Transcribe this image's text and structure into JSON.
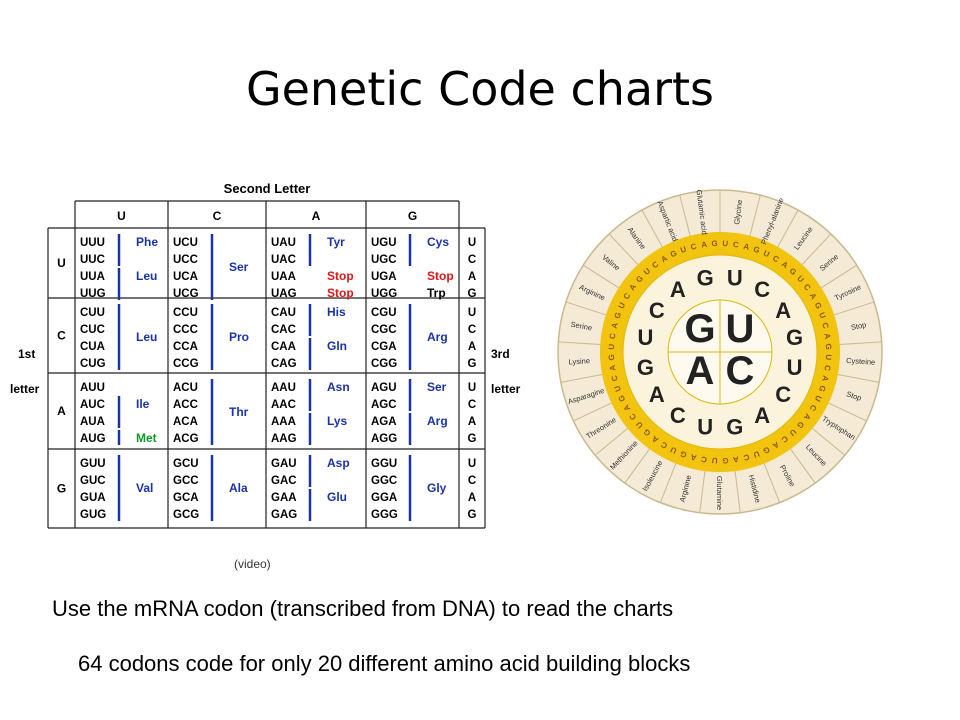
{
  "slide": {
    "title": "Genetic Code charts",
    "video_caption": "(video)",
    "bullet1": "Use the mRNA codon (transcribed from DNA) to read the charts",
    "bullet2": "64 codons code for only 20 different amino acid building blocks"
  },
  "codon_table": {
    "header_second": "Second Letter",
    "first_letter_label_1": "1st",
    "first_letter_label_2": "letter",
    "third_letter_label_1": "3rd",
    "third_letter_label_2": "letter",
    "bases": [
      "U",
      "C",
      "A",
      "G"
    ],
    "rows": [
      {
        "first": "U",
        "cells": [
          {
            "codons": [
              "UUU",
              "UUC",
              "UUA",
              "UUG"
            ],
            "aa": [
              {
                "text": "Phe",
                "line": 0,
                "color": "blue"
              },
              {
                "text": "Leu",
                "line": 2,
                "color": "blue"
              }
            ]
          },
          {
            "codons": [
              "UCU",
              "UCC",
              "UCA",
              "UCG"
            ],
            "aa": [
              {
                "text": "Ser",
                "line": 1,
                "color": "blue"
              }
            ]
          },
          {
            "codons": [
              "UAU",
              "UAC",
              "UAA",
              "UAG"
            ],
            "aa": [
              {
                "text": "Tyr",
                "line": 0,
                "color": "blue"
              },
              {
                "text": "Stop",
                "line": 2,
                "color": "red"
              },
              {
                "text": "Stop",
                "line": 3,
                "color": "red"
              }
            ]
          },
          {
            "codons": [
              "UGU",
              "UGC",
              "UGA",
              "UGG"
            ],
            "aa": [
              {
                "text": "Cys",
                "line": 0,
                "color": "blue"
              },
              {
                "text": "Stop",
                "line": 2,
                "color": "red"
              },
              {
                "text": "Trp",
                "line": 3,
                "color": "black"
              }
            ]
          }
        ]
      },
      {
        "first": "C",
        "cells": [
          {
            "codons": [
              "CUU",
              "CUC",
              "CUA",
              "CUG"
            ],
            "aa": [
              {
                "text": "Leu",
                "line": 1,
                "color": "blue"
              }
            ]
          },
          {
            "codons": [
              "CCU",
              "CCC",
              "CCA",
              "CCG"
            ],
            "aa": [
              {
                "text": "Pro",
                "line": 1,
                "color": "blue"
              }
            ]
          },
          {
            "codons": [
              "CAU",
              "CAC",
              "CAA",
              "CAG"
            ],
            "aa": [
              {
                "text": "His",
                "line": 0,
                "color": "blue"
              },
              {
                "text": "Gln",
                "line": 2,
                "color": "blue"
              }
            ]
          },
          {
            "codons": [
              "CGU",
              "CGC",
              "CGA",
              "CGG"
            ],
            "aa": [
              {
                "text": "Arg",
                "line": 1,
                "color": "blue"
              }
            ]
          }
        ]
      },
      {
        "first": "A",
        "cells": [
          {
            "codons": [
              "AUU",
              "AUC",
              "AUA",
              "AUG"
            ],
            "aa": [
              {
                "text": "Ile",
                "line": 1,
                "color": "blue"
              },
              {
                "text": "Met",
                "line": 3,
                "color": "green"
              }
            ]
          },
          {
            "codons": [
              "ACU",
              "ACC",
              "ACA",
              "ACG"
            ],
            "aa": [
              {
                "text": "Thr",
                "line": 1,
                "color": "blue"
              }
            ]
          },
          {
            "codons": [
              "AAU",
              "AAC",
              "AAA",
              "AAG"
            ],
            "aa": [
              {
                "text": "Asn",
                "line": 0,
                "color": "blue"
              },
              {
                "text": "Lys",
                "line": 2,
                "color": "blue"
              }
            ]
          },
          {
            "codons": [
              "AGU",
              "AGC",
              "AGA",
              "AGG"
            ],
            "aa": [
              {
                "text": "Ser",
                "line": 0,
                "color": "blue"
              },
              {
                "text": "Arg",
                "line": 2,
                "color": "blue"
              }
            ]
          }
        ]
      },
      {
        "first": "G",
        "cells": [
          {
            "codons": [
              "GUU",
              "GUC",
              "GUA",
              "GUG"
            ],
            "aa": [
              {
                "text": "Val",
                "line": 1,
                "color": "blue"
              }
            ]
          },
          {
            "codons": [
              "GCU",
              "GCC",
              "GCA",
              "GCG"
            ],
            "aa": [
              {
                "text": "Ala",
                "line": 1,
                "color": "blue"
              }
            ]
          },
          {
            "codons": [
              "GAU",
              "GAC",
              "GAA",
              "GAG"
            ],
            "aa": [
              {
                "text": "Asp",
                "line": 0,
                "color": "blue"
              },
              {
                "text": "Glu",
                "line": 2,
                "color": "blue"
              }
            ]
          },
          {
            "codons": [
              "GGU",
              "GGC",
              "GGA",
              "GGG"
            ],
            "aa": [
              {
                "text": "Gly",
                "line": 1,
                "color": "blue"
              }
            ]
          }
        ]
      }
    ]
  },
  "codon_wheel": {
    "center_inner": [
      "G",
      "U",
      "A",
      "C"
    ],
    "middle_ring": [
      "U",
      "C",
      "A",
      "G",
      "U",
      "C",
      "A",
      "G",
      "U",
      "C",
      "A",
      "G",
      "U",
      "C",
      "A",
      "G"
    ],
    "amino_acids": [
      "Glycine",
      "Phenyl-alanine",
      "Leucine",
      "Serine",
      "Tyrosine",
      "Stop",
      "Cysteine",
      "Stop",
      "Tryptophan",
      "Leucine",
      "Proline",
      "Histidine",
      "Glutamine",
      "Arginine",
      "Isoleucine",
      "Methionine",
      "Threonine",
      "Asparagine",
      "Lysine",
      "Serine",
      "Arginine",
      "Valine",
      "Alanine",
      "Aspartic acid",
      "Glutamic acid"
    ]
  },
  "colors": {
    "blue": "#1a33a8",
    "red": "#e01515",
    "green": "#0f9a2a",
    "grid": "#222222",
    "wheel_outer": "#f4ead6",
    "wheel_yellow": "#f2c30f",
    "wheel_inner": "#fbf3dc"
  }
}
